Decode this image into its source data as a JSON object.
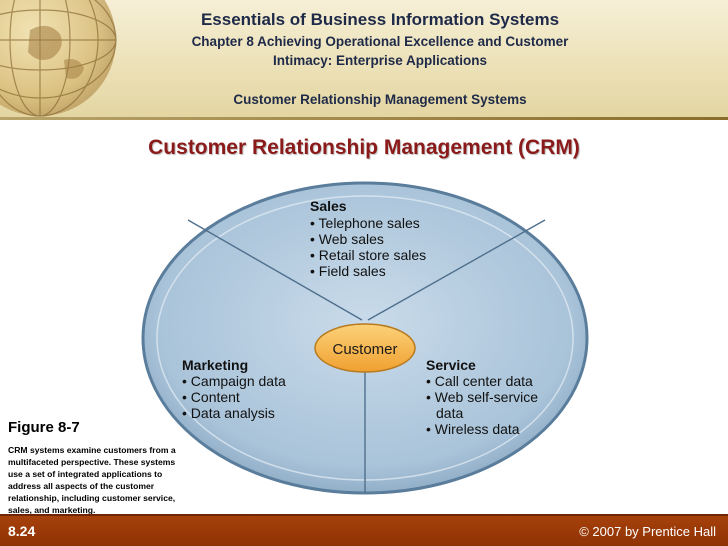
{
  "header": {
    "title": "Essentials of Business Information Systems",
    "subtitle_line1": "Chapter 8 Achieving Operational Excellence and Customer",
    "subtitle_line2": "Intimacy: Enterprise Applications",
    "section": "Customer Relationship Management Systems"
  },
  "slide": {
    "title": "Customer Relationship Management (CRM)"
  },
  "diagram": {
    "center": "Customer",
    "sales": {
      "heading": "Sales",
      "items": [
        "• Telephone sales",
        "• Web sales",
        "• Retail store sales",
        "• Field sales"
      ]
    },
    "marketing": {
      "heading": "Marketing",
      "items": [
        "• Campaign data",
        "• Content",
        "• Data analysis"
      ]
    },
    "service": {
      "heading": "Service",
      "items": [
        "• Call center data",
        "• Web self-service",
        "data",
        "• Wireless data"
      ]
    }
  },
  "figure": {
    "label": "Figure 8-7",
    "caption": "CRM systems examine customers from a multifaceted perspective. These systems use a set of integrated applications to address all aspects of the customer relationship, including customer service, sales, and marketing."
  },
  "footer": {
    "slide_number": "8.24",
    "copyright": "© 2007 by Prentice Hall"
  },
  "colors": {
    "title_red": "#8b1a1a",
    "header_navy": "#1e2a48",
    "footer_brown": "#a6410a",
    "ellipse_blue": "#a9c3d9",
    "customer_orange": "#f4a832"
  }
}
